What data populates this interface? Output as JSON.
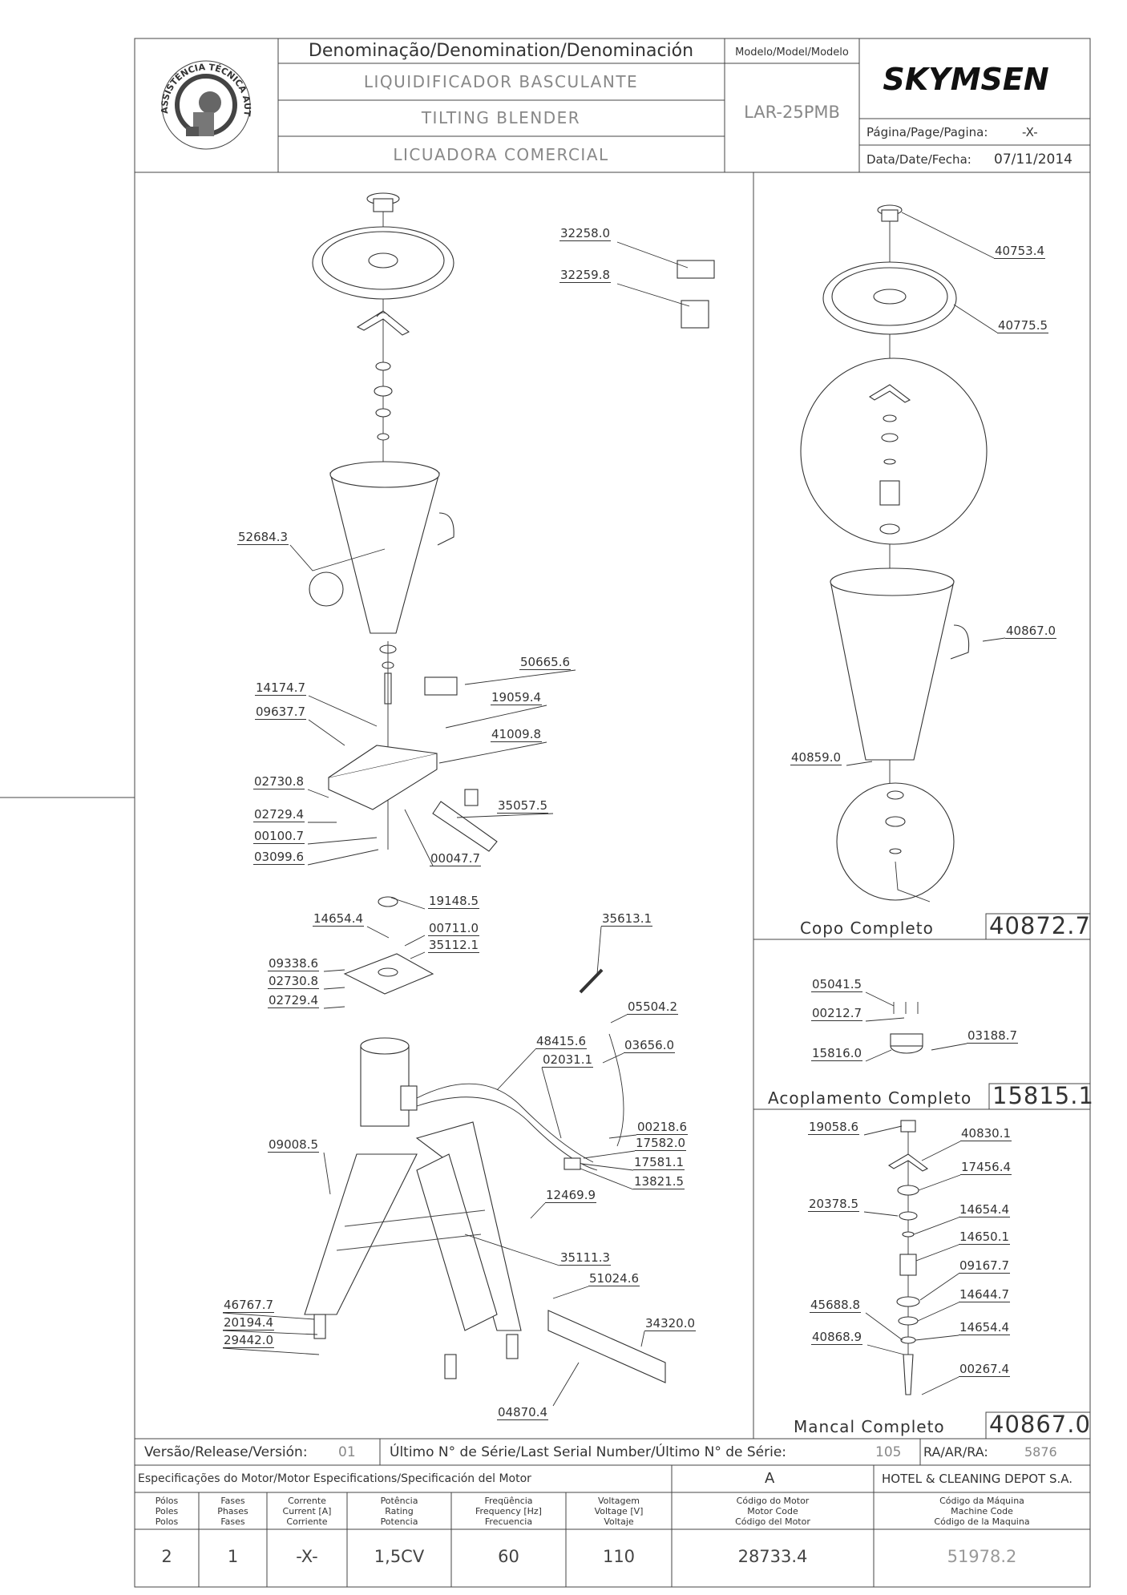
{
  "header": {
    "denomination_label": "Denominação/Denomination/Denominación",
    "name_pt": "LIQUIDIFICADOR BASCULANTE",
    "name_en": "TILTING BLENDER",
    "name_es": "LICUADORA COMERCIAL",
    "model_label": "Modelo/Model/Modelo",
    "model_value": "LAR-25PMB",
    "brand": "SKYMSEN",
    "page_label": "Página/Page/Pagina:",
    "page_value": "-X-",
    "date_label": "Data/Date/Fecha:",
    "date_value": "07/11/2014",
    "seal_text": "ASSISTÊNCIA TÉCNICA AUTORIZADA"
  },
  "main_parts": [
    {
      "id": "p1",
      "label": "32258.0"
    },
    {
      "id": "p2",
      "label": "32259.8"
    },
    {
      "id": "p3",
      "label": "52684.3"
    },
    {
      "id": "p4",
      "label": "50665.6"
    },
    {
      "id": "p5",
      "label": "14174.7"
    },
    {
      "id": "p6",
      "label": "19059.4"
    },
    {
      "id": "p7",
      "label": "09637.7"
    },
    {
      "id": "p8",
      "label": "41009.8"
    },
    {
      "id": "p9",
      "label": "02730.8"
    },
    {
      "id": "p10",
      "label": "35057.5"
    },
    {
      "id": "p11",
      "label": "02729.4"
    },
    {
      "id": "p12",
      "label": "00100.7"
    },
    {
      "id": "p13",
      "label": "03099.6"
    },
    {
      "id": "p14",
      "label": "00047.7"
    },
    {
      "id": "p15",
      "label": "19148.5"
    },
    {
      "id": "p16",
      "label": "14654.4"
    },
    {
      "id": "p17",
      "label": "00711.0"
    },
    {
      "id": "p18",
      "label": "35112.1"
    },
    {
      "id": "p19",
      "label": "35613.1"
    },
    {
      "id": "p20",
      "label": "09338.6"
    },
    {
      "id": "p21",
      "label": "02730.8"
    },
    {
      "id": "p22",
      "label": "02729.4"
    },
    {
      "id": "p23",
      "label": "05504.2"
    },
    {
      "id": "p24",
      "label": "48415.6"
    },
    {
      "id": "p25",
      "label": "03656.0"
    },
    {
      "id": "p26",
      "label": "02031.1"
    },
    {
      "id": "p27",
      "label": "00218.6"
    },
    {
      "id": "p28",
      "label": "17582.0"
    },
    {
      "id": "p29",
      "label": "17581.1"
    },
    {
      "id": "p30",
      "label": "13821.5"
    },
    {
      "id": "p31",
      "label": "09008.5"
    },
    {
      "id": "p32",
      "label": "12469.9"
    },
    {
      "id": "p33",
      "label": "35111.3"
    },
    {
      "id": "p34",
      "label": "51024.6"
    },
    {
      "id": "p35",
      "label": "46767.7"
    },
    {
      "id": "p36",
      "label": "34320.0"
    },
    {
      "id": "p37",
      "label": "20194.4"
    },
    {
      "id": "p38",
      "label": "29442.0"
    },
    {
      "id": "p39",
      "label": "04870.4"
    }
  ],
  "copo": {
    "title": "Copo Completo",
    "code": "40872.7",
    "parts": [
      {
        "id": "c1",
        "label": "40753.4"
      },
      {
        "id": "c2",
        "label": "40775.5"
      },
      {
        "id": "c3",
        "label": "40867.0"
      },
      {
        "id": "c4",
        "label": "40859.0"
      }
    ]
  },
  "acoplamento": {
    "title": "Acoplamento Completo",
    "code": "15815.1",
    "parts": [
      {
        "id": "a1",
        "label": "05041.5"
      },
      {
        "id": "a2",
        "label": "00212.7"
      },
      {
        "id": "a3",
        "label": "03188.7"
      },
      {
        "id": "a4",
        "label": "15816.0"
      }
    ]
  },
  "mancal": {
    "title": "Mancal Completo",
    "code": "40867.0",
    "parts": [
      {
        "id": "m1",
        "label": "19058.6"
      },
      {
        "id": "m2",
        "label": "40830.1"
      },
      {
        "id": "m3",
        "label": "17456.4"
      },
      {
        "id": "m4",
        "label": "20378.5"
      },
      {
        "id": "m5",
        "label": "14654.4"
      },
      {
        "id": "m6",
        "label": "14650.1"
      },
      {
        "id": "m7",
        "label": "09167.7"
      },
      {
        "id": "m8",
        "label": "14644.7"
      },
      {
        "id": "m9",
        "label": "45688.8"
      },
      {
        "id": "m10",
        "label": "14654.4"
      },
      {
        "id": "m11",
        "label": "40868.9"
      },
      {
        "id": "m12",
        "label": "00267.4"
      }
    ]
  },
  "footer": {
    "version_label": "Versão/Release/Versión:",
    "version_value": "01",
    "serial_label": "Último N° de Série/Last Serial Number/Último N° de Série:",
    "serial_value": "105",
    "ra_label": "RA/AR/RA:",
    "ra_value": "5876",
    "motor_spec_label": "Especificações do Motor/Motor Especifications/Specificación del Motor",
    "motor_spec_letter": "A",
    "company": "HOTEL & CLEANING DEPOT S.A.",
    "columns": [
      {
        "h1": "Pólos",
        "h2": "Poles",
        "h3": "Polos",
        "value": "2"
      },
      {
        "h1": "Fases",
        "h2": "Phases",
        "h3": "Fases",
        "value": "1"
      },
      {
        "h1": "Corrente",
        "h2": "Current [A]",
        "h3": "Corriente",
        "value": "-X-"
      },
      {
        "h1": "Potência",
        "h2": "Rating",
        "h3": "Potencia",
        "value": "1,5CV"
      },
      {
        "h1": "Freqüência",
        "h2": "Frequency [Hz]",
        "h3": "Frecuencia",
        "value": "60"
      },
      {
        "h1": "Voltagem",
        "h2": "Voltage [V]",
        "h3": "Voltaje",
        "value": "110"
      },
      {
        "h1": "Código do Motor",
        "h2": "Motor Code",
        "h3": "Código del Motor",
        "value": "28733.4"
      },
      {
        "h1": "Código da Máquina",
        "h2": "Machine Code",
        "h3": "Código de la Maquina",
        "value": "51978.2"
      }
    ]
  }
}
